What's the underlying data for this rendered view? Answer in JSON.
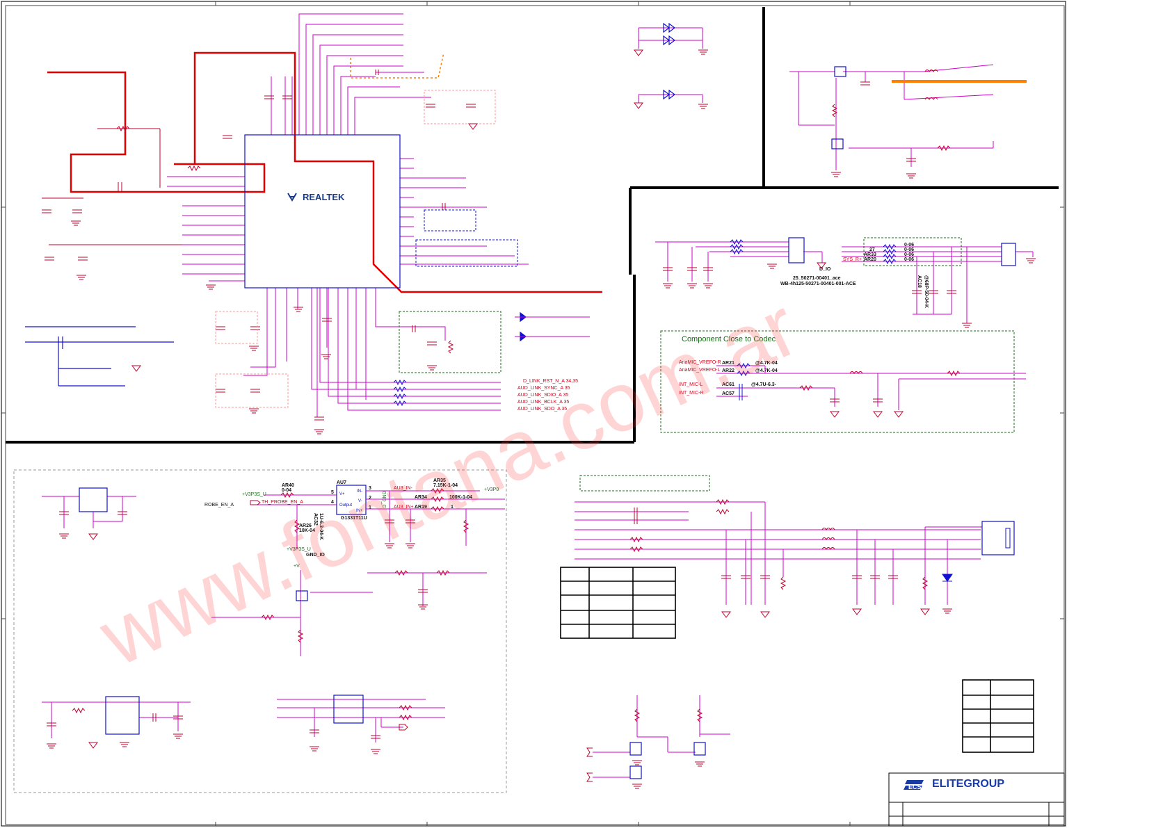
{
  "codec": {
    "brand": "REALTEK"
  },
  "hda_signals": {
    "labels": [
      "D_LINK_RST_N_A  34,35",
      "AUD_LINK_SYNC_A    35",
      "AUD_LINK_SDIO_A    35",
      "AUD_LINK_BCLK_A   35",
      "AUD_LINK_SDO_A    35"
    ]
  },
  "connector_section": {
    "part_line1": "25_50271-00401_ace",
    "part_line2": "WB-4h125-50271-00401-001-ACE",
    "d_io": "D_IO",
    "resistors": [
      "0-06",
      "0-06",
      "0-06",
      "0-06"
    ],
    "refs": [
      "27",
      "AR33",
      "AR20"
    ],
    "net_label": "SYS_R+",
    "ac_label": "AC18",
    "ac_value": "@68P-50-04-K"
  },
  "mic_section": {
    "title": "Component Close to Codec",
    "nets": [
      "AnaMIC_VREFO-R",
      "AnaMIC_VREFO-L",
      "INT_MIC-L",
      "INT_MIC-R"
    ],
    "refs": [
      "AR21",
      "AR22",
      "AC61",
      "AC57"
    ],
    "values": [
      "@4.7K-04",
      "@4.7K-04",
      "@4.7U-6.3-"
    ]
  },
  "thermal_section": {
    "v3p3s": "+V3P3S_U",
    "probe_en": "TH_PROBE_EN_A",
    "probe_port": "ROBE_EN_A",
    "ar40": "AR40",
    "ar40_val": "0-04",
    "au7": "AU7",
    "pin_vplus": "V+",
    "pin_inminus": "IN-",
    "pin_vminus": "V-",
    "pin_output": "Output",
    "pin_inplus": "IN+",
    "pins": [
      "5",
      "4",
      "3",
      "2",
      "1"
    ],
    "ic_name": "G1331T11U",
    "au3_in_minus": "AU3_IN-",
    "au3_in_plus": "AU3_IN+",
    "ar35": "AR35",
    "ar35_val": "7.15K-1-04",
    "v3p0": "+V3P0",
    "ar34": "AR34",
    "ar34_val": "100K-1-04",
    "ar19": "AR19",
    "ar19_val": "1",
    "ar26": "AR26",
    "ar26_val": "10K-04",
    "gnd_io": "GND_IO",
    "v3p3s_2": "+V3P3S_U",
    "ac_vert": "AC32",
    "ac_vert_val": "1U-6.3-04-K",
    "gnd_c": "GND_C",
    "vplus": "+V"
  },
  "title_block": {
    "company": "ELITEGROUP",
    "logo_text": "ECS"
  },
  "watermark": "www.fontana.com.ar",
  "colors": {
    "wire": "#cc00cc",
    "component": "#c0002f",
    "highlight_red": "#e00000",
    "highlight_orange": "#ff8000",
    "chip_blue": "#1010d0",
    "note_green": "#1a6b1a",
    "border": "#000000"
  }
}
